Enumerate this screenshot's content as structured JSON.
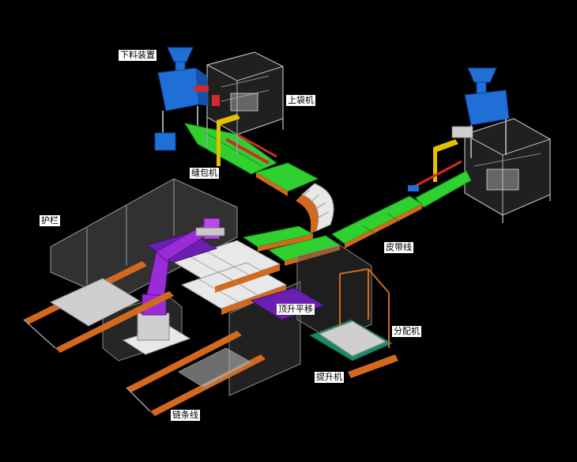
{
  "labels": {
    "feeder": "下料装置",
    "bag_loader": "上袋机",
    "sewing_machine": "缝包机",
    "guardrail": "护栏",
    "belt_line": "皮带线",
    "jacking_transfer": "顶升平移",
    "distributor": "分配机",
    "elevator": "提升机",
    "chain_line": "链条线"
  },
  "colors": {
    "background": "#000000",
    "hopper_blue": "#1f6fd6",
    "belt_green": "#2fd02f",
    "robot_purple": "#9a2cd8",
    "roller_orange": "#d2691e",
    "roller_white": "#e8e8e8",
    "frame_gray": "#9aa0a6",
    "guard_gray": "#6e6e6e",
    "accent_yellow": "#e6c000",
    "accent_red": "#d22a2a"
  }
}
